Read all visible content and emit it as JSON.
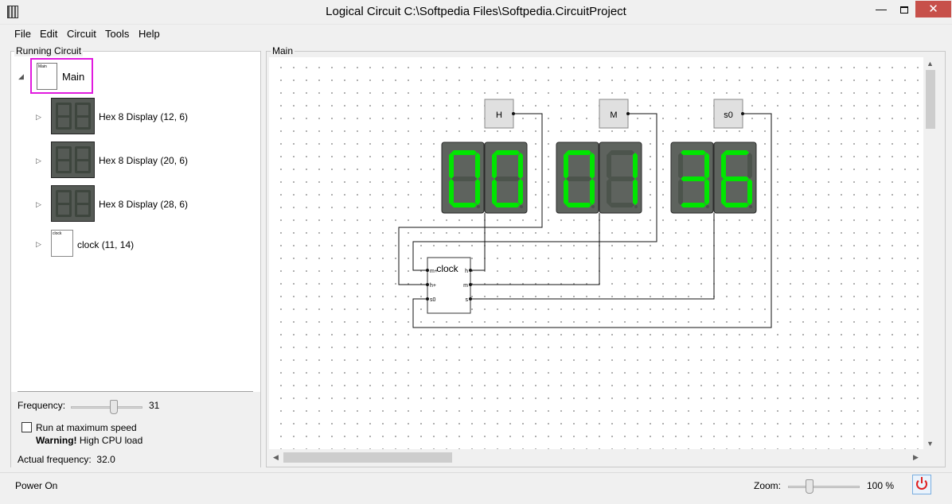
{
  "window": {
    "title": "Logical Circuit C:\\Softpedia Files\\Softpedia.CircuitProject",
    "min_glyph": "—",
    "close_glyph": "✕"
  },
  "menu": [
    "File",
    "Edit",
    "Circuit",
    "Tools",
    "Help"
  ],
  "left": {
    "group_label": "Running Circuit",
    "main_node_label": "Main",
    "main_thumb_label": "Main",
    "items": [
      {
        "name": "Hex 8 Display",
        "coords": "(12, 6)"
      },
      {
        "name": "Hex 8 Display",
        "coords": "(20, 6)"
      },
      {
        "name": "Hex 8 Display",
        "coords": "(28, 6)"
      },
      {
        "name": "clock",
        "coords": "(11, 14)"
      }
    ],
    "clock_thumb_label": "clock",
    "frequency_label": "Frequency:",
    "frequency_value": "31",
    "frequency_slider_fraction": 0.6,
    "max_speed_label": "Run at maximum speed",
    "max_speed_checked": false,
    "warning_bold": "Warning!",
    "warning_text": "High CPU load",
    "actual_freq_label": "Actual frequency:",
    "actual_freq_value": "32.0"
  },
  "main": {
    "group_label": "Main",
    "buttons": [
      "H",
      "M",
      "s0"
    ],
    "clock": {
      "title": "clock",
      "inputs": [
        "m+",
        "h+",
        "s0"
      ],
      "outputs": [
        "h",
        "m",
        "s"
      ]
    },
    "displays": [
      {
        "digits": [
          "0",
          "0"
        ]
      },
      {
        "digits": [
          "0",
          "1"
        ]
      },
      {
        "digits": [
          "3",
          "6"
        ]
      }
    ]
  },
  "status": {
    "text": "Power On",
    "zoom_label": "Zoom:",
    "zoom_value": "100 %",
    "zoom_slider_fraction": 0.3
  },
  "colors": {
    "segment_on": "#00e600",
    "segment_off": "#4c544c",
    "display_bg": "#5e635e",
    "selection": "#e11adf",
    "power": "#e02020"
  }
}
